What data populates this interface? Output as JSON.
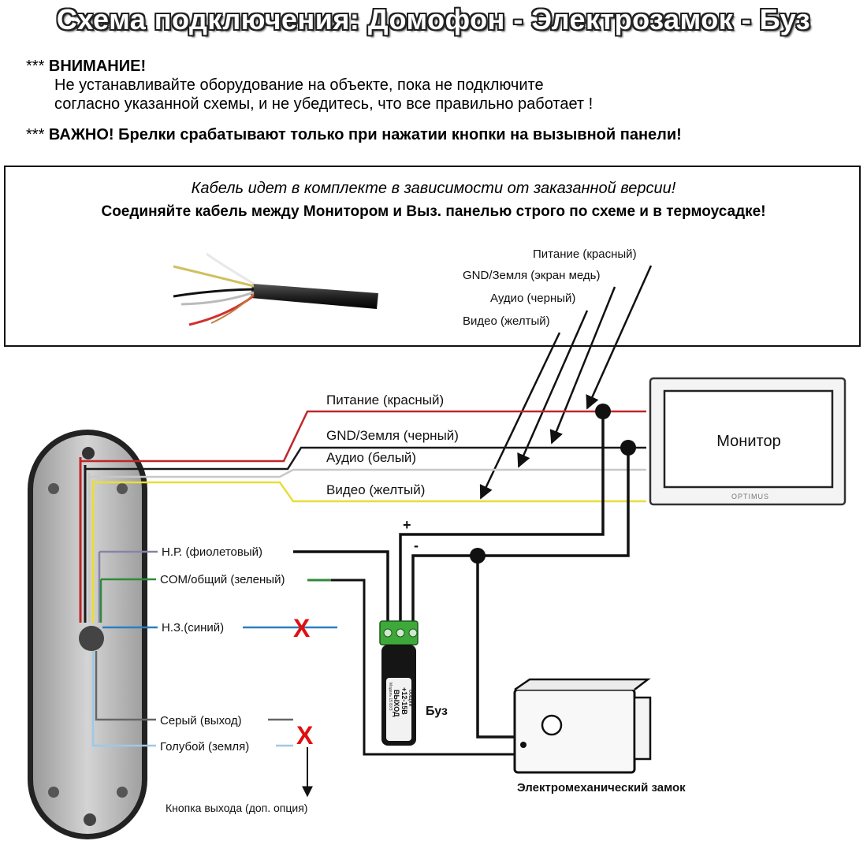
{
  "title": "Схема подключения: Домофон - Электрозамок - Буз",
  "warning": {
    "head_stars": "***",
    "head": "ВНИМАНИЕ!",
    "line1": "Не устанавливайте оборудование на объекте, пока не подключите",
    "line2": "согласно указанной схемы, и не убедитесь, что все правильно работает !"
  },
  "important": {
    "stars": "***",
    "text": "ВАЖНО! Брелки срабатывают только при нажатии кнопки на вызывной панели!"
  },
  "cable_box": {
    "note_italic": "Кабель идет в комплекте в зависимости от заказанной версии!",
    "note_bold": "Соединяйте кабель между Монитором и Выз. панелью строго по схеме и в термоусадке!",
    "labels": [
      "Питание (красный)",
      "GND/Земля (экран медь)",
      "Аудио (черный)",
      "Видео (желтый)"
    ]
  },
  "wires": {
    "power": "Питание (красный)",
    "gnd": "GND/Земля (черный)",
    "audio": "Аудио (белый)",
    "video": "Видео (желтый)"
  },
  "panel_wires": {
    "no": "Н.Р. (фиолетовый)",
    "com": "COM/общий (зеленый)",
    "nc": "Н.З.(синий)",
    "gray": "Серый (выход)",
    "blue": "Голубой (земля)"
  },
  "cross_mark": "X",
  "monitor": {
    "label": "Монитор",
    "brand": "OPTIMUS"
  },
  "psu": {
    "plus": "+",
    "minus": "-",
    "label": "Буз",
    "body_text": [
      "ВЫХОД",
      "+12-15В",
      "общий"
    ],
    "model": "Модель 15 БУЗ"
  },
  "lock": {
    "label": "Электромеханический замок"
  },
  "exit_button": "Кнопка выхода (доп. опция)",
  "colors": {
    "red": "#c0262b",
    "black": "#1a1a1a",
    "white_wire": "#c8c8c8",
    "yellow": "#e8de3a",
    "violet": "#8a82a8",
    "green": "#2f8a3a",
    "blue": "#2b7fc4",
    "gray": "#666666",
    "light_blue": "#9ec8e8",
    "cross": "#e01010"
  }
}
